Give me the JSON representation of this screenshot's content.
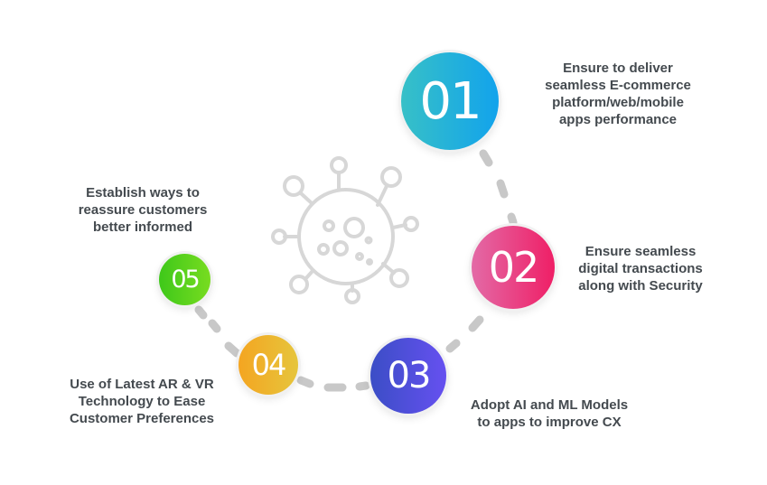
{
  "steps": [
    {
      "number": "01",
      "label": "Ensure to deliver\nseamless E-commerce\nplatform/web/mobile\napps performance"
    },
    {
      "number": "02",
      "label": "Ensure seamless\ndigital transactions\nalong with Security"
    },
    {
      "number": "03",
      "label": "Adopt AI and ML Models\nto apps to improve CX"
    },
    {
      "number": "04",
      "label": "Use of Latest AR & VR\nTechnology to Ease\nCustomer Preferences"
    },
    {
      "number": "05",
      "label": "Establish ways to\nreassure customers\nbetter informed"
    }
  ],
  "colors": {
    "step_01": "#12a3ec",
    "step_02": "#ef1f66",
    "step_03": "#5a4fe8",
    "step_04": "#f4a521",
    "step_05": "#4fcf1a",
    "connector": "#c8c8c8",
    "virus_outline": "#d7d7d7",
    "label_text": "#444a4f"
  },
  "icons": {
    "center": "virus-icon"
  }
}
